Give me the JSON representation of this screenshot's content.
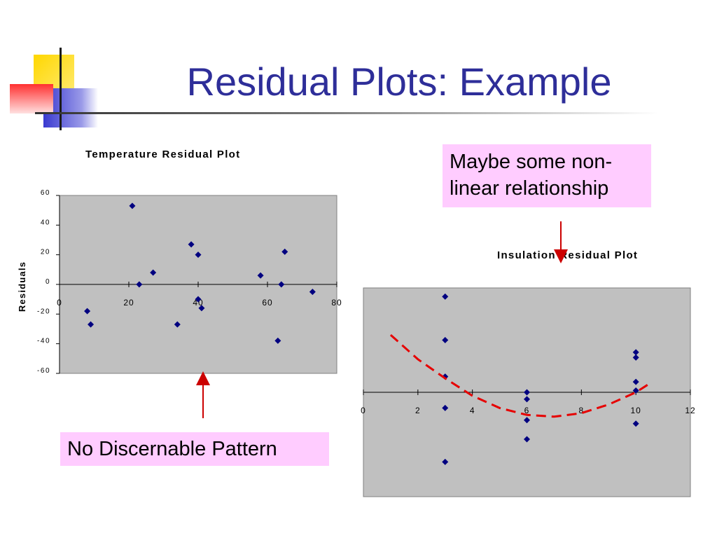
{
  "slide": {
    "title": "Residual Plots: Example",
    "colors": {
      "title": "#2e2e99",
      "plot_bg": "#c0c0c0",
      "marker": "#000080",
      "callout_bg": "#ffccff",
      "arrow": "#cc0000",
      "curve": "#e60000"
    }
  },
  "callouts": {
    "no_pattern": "No Discernable Pattern",
    "nonlinear_line1": "Maybe some non-",
    "nonlinear_line2": "linear relationship"
  },
  "chart_data": [
    {
      "type": "scatter",
      "title": "Temperature Residual Plot",
      "xlabel": "",
      "ylabel": "Residuals",
      "xlim": [
        0,
        80
      ],
      "ylim": [
        -60,
        60
      ],
      "xticks": [
        0,
        20,
        40,
        60,
        80
      ],
      "yticks": [
        60,
        40,
        20,
        0,
        -20,
        -40,
        -60
      ],
      "grid": false,
      "points": [
        {
          "x": 8,
          "y": -18
        },
        {
          "x": 9,
          "y": -27
        },
        {
          "x": 21,
          "y": 53
        },
        {
          "x": 23,
          "y": 0
        },
        {
          "x": 27,
          "y": 8
        },
        {
          "x": 34,
          "y": -27
        },
        {
          "x": 38,
          "y": 27
        },
        {
          "x": 40,
          "y": 20
        },
        {
          "x": 40,
          "y": -10
        },
        {
          "x": 41,
          "y": -16
        },
        {
          "x": 58,
          "y": 6
        },
        {
          "x": 63,
          "y": -38
        },
        {
          "x": 64,
          "y": 0
        },
        {
          "x": 65,
          "y": 22
        },
        {
          "x": 73,
          "y": -5
        }
      ]
    },
    {
      "type": "scatter",
      "title": "Insulation Residual Plot",
      "xlabel": "",
      "ylabel": "",
      "xlim": [
        0,
        12
      ],
      "ylim": [
        -60,
        60
      ],
      "xticks": [
        0,
        2,
        4,
        6,
        8,
        10,
        12
      ],
      "grid": false,
      "points": [
        {
          "x": 3,
          "y": 55
        },
        {
          "x": 3,
          "y": 30
        },
        {
          "x": 3,
          "y": 9
        },
        {
          "x": 3,
          "y": -9
        },
        {
          "x": 3,
          "y": -40
        },
        {
          "x": 6,
          "y": 0
        },
        {
          "x": 6,
          "y": -4
        },
        {
          "x": 6,
          "y": -16
        },
        {
          "x": 6,
          "y": -27
        },
        {
          "x": 10,
          "y": 23
        },
        {
          "x": 10,
          "y": 20
        },
        {
          "x": 10,
          "y": 6
        },
        {
          "x": 10,
          "y": 1
        },
        {
          "x": 10,
          "y": -18
        }
      ],
      "trend_curve": [
        {
          "x": 1,
          "y": 33
        },
        {
          "x": 2,
          "y": 19
        },
        {
          "x": 3,
          "y": 8
        },
        {
          "x": 4,
          "y": -2
        },
        {
          "x": 5,
          "y": -9
        },
        {
          "x": 6,
          "y": -13
        },
        {
          "x": 7,
          "y": -14
        },
        {
          "x": 8,
          "y": -12
        },
        {
          "x": 9,
          "y": -7
        },
        {
          "x": 10,
          "y": 0
        },
        {
          "x": 10.5,
          "y": 5
        }
      ]
    }
  ]
}
